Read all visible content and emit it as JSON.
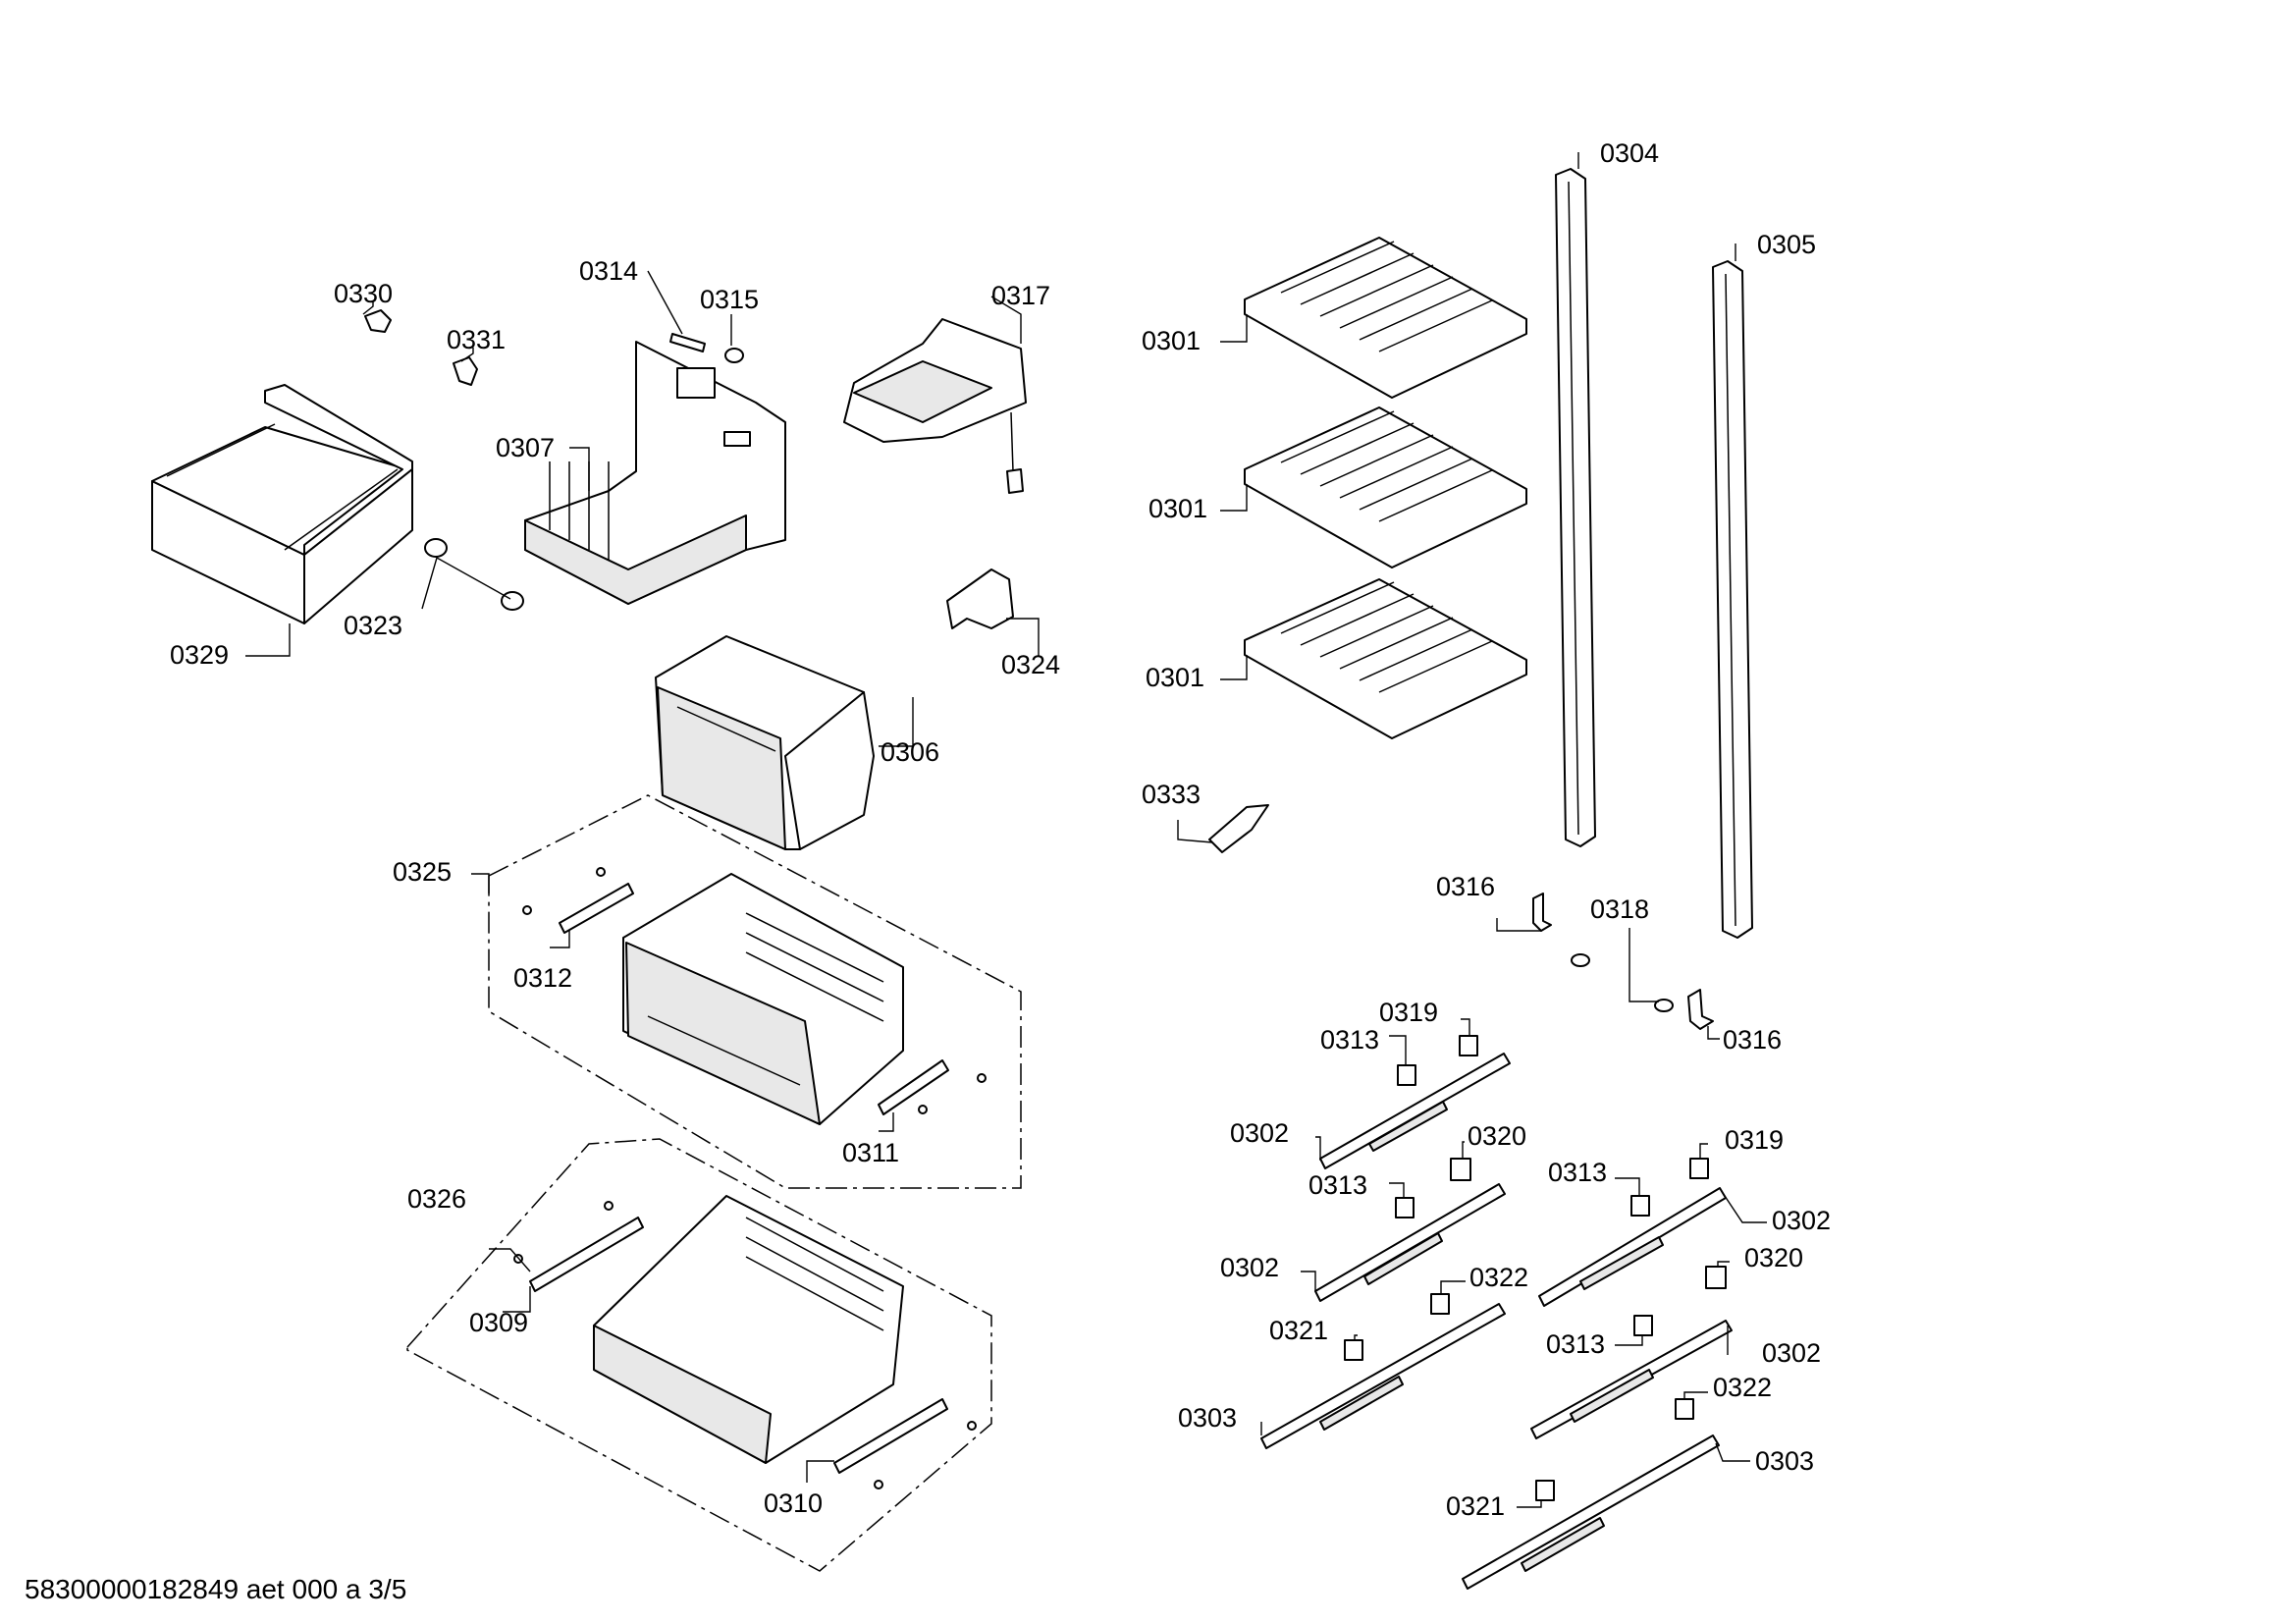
{
  "footer": {
    "doc_id": "58300000182849 aet 000 a 3/5"
  },
  "callouts": {
    "c0301a": "0301",
    "c0301b": "0301",
    "c0301c": "0301",
    "c0302a": "0302",
    "c0302b": "0302",
    "c0302c": "0302",
    "c0302d": "0302",
    "c0303a": "0303",
    "c0303b": "0303",
    "c0304": "0304",
    "c0305": "0305",
    "c0306": "0306",
    "c0307": "0307",
    "c0309": "0309",
    "c0310": "0310",
    "c0311": "0311",
    "c0312": "0312",
    "c0313a": "0313",
    "c0313b": "0313",
    "c0313c": "0313",
    "c0313d": "0313",
    "c0314": "0314",
    "c0315": "0315",
    "c0316a": "0316",
    "c0316b": "0316",
    "c0317": "0317",
    "c0318": "0318",
    "c0319a": "0319",
    "c0319b": "0319",
    "c0320a": "0320",
    "c0320b": "0320",
    "c0321a": "0321",
    "c0321b": "0321",
    "c0322a": "0322",
    "c0322b": "0322",
    "c0323": "0323",
    "c0324": "0324",
    "c0325": "0325",
    "c0326": "0326",
    "c0329": "0329",
    "c0330": "0330",
    "c0331": "0331",
    "c0333": "0333"
  }
}
